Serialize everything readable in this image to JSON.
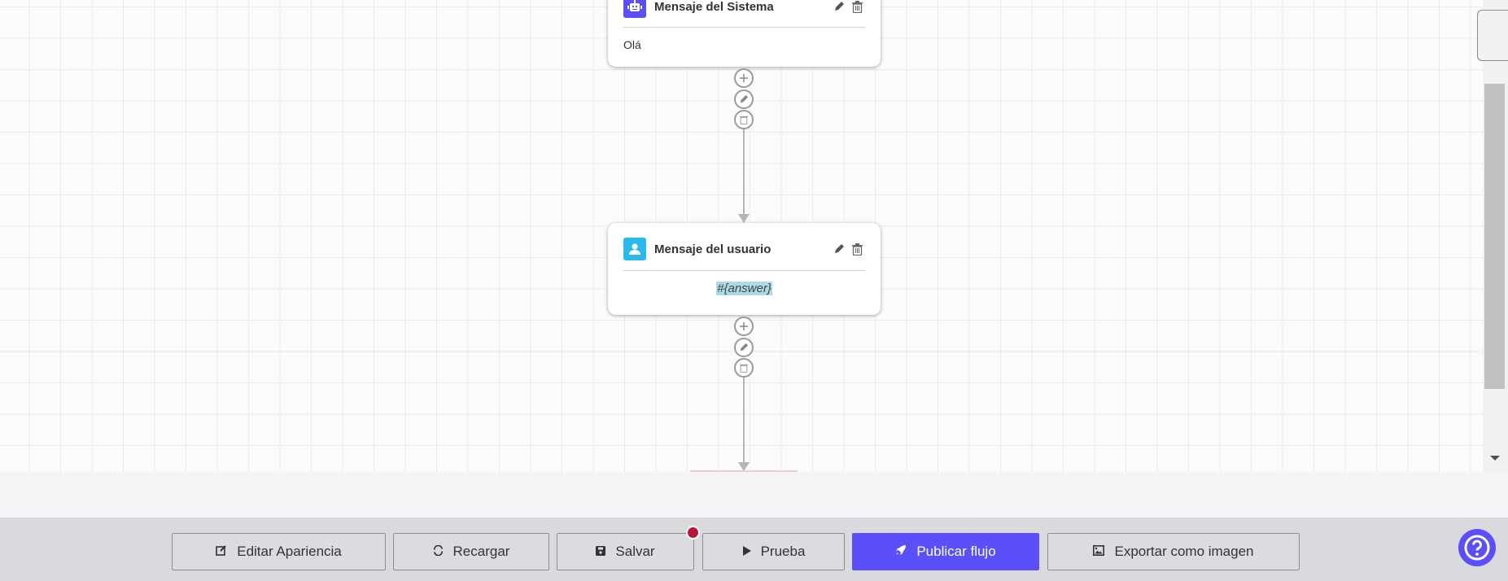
{
  "nodes": [
    {
      "title": "Mensaje del Sistema",
      "content": "Olá",
      "icon": "robot-icon",
      "color": "#5a4ff8"
    },
    {
      "title": "Mensaje del usuario",
      "content": "#{answer}",
      "icon": "user-icon",
      "color": "#2bb8ea"
    }
  ],
  "toolbar": {
    "edit_appearance": "Editar Apariencia",
    "reload": "Recargar",
    "save": "Salvar",
    "test": "Prueba",
    "publish": "Publicar flujo",
    "export": "Exportar como imagen"
  },
  "colors": {
    "accent": "#5a4ff8",
    "unsaved_dot": "#b5183a"
  }
}
